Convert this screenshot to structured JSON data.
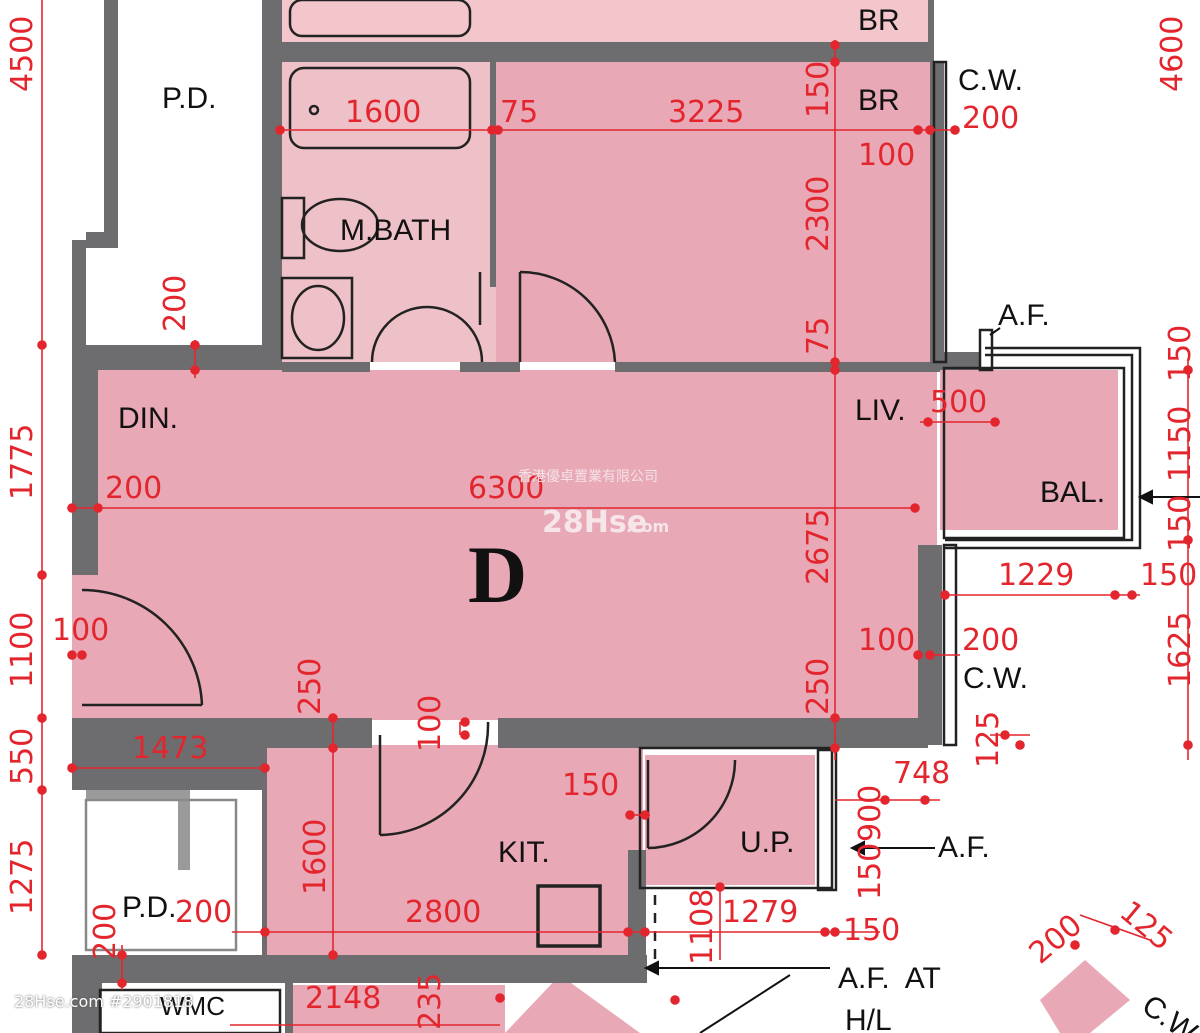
{
  "unit_label": "D",
  "rooms": {
    "br_top": "BR",
    "br": "BR",
    "pd_top": "P.D.",
    "mbath": "M.BATH",
    "din": "DIN.",
    "liv": "LIV.",
    "bal": "BAL.",
    "kit": "KIT.",
    "up": "U.P.",
    "pd_bottom": "P.D.",
    "wmc": "WMC"
  },
  "callouts": {
    "cw_top": "C.W.",
    "cw_mid": "C.W.",
    "cw_bottom": "C.W.",
    "af_top": "A.F.",
    "af_mid": "A.F.",
    "af_at": "A.F.  AT",
    "hl": "H/L"
  },
  "dims": {
    "d4500": "4500",
    "d4600": "4600",
    "d1600a": "1600",
    "d75a": "75",
    "d3225": "3225",
    "d150a": "150",
    "d200a": "200",
    "d100a": "100",
    "d2300": "2300",
    "d200b": "200",
    "d75b": "75",
    "d150b": "150",
    "d500": "500",
    "d1150": "1150",
    "d1775": "1775",
    "d200c": "200",
    "d6300": "6300",
    "d150c": "150",
    "d2675": "2675",
    "d1229": "1229",
    "d150d": "150",
    "d100b": "100",
    "d100c": "100",
    "d200d": "200",
    "d1625": "1625",
    "d1100": "1100",
    "d250a": "250",
    "d100d": "100",
    "d250b": "250",
    "d125a": "125",
    "d550": "550",
    "d1473": "1473",
    "d748": "748",
    "d150e": "150",
    "d900": "900",
    "d1600b": "1600",
    "d150f": "150",
    "d1275": "1275",
    "d200e": "200",
    "d200f": "200",
    "d2800": "2800",
    "d1108": "1108",
    "d1279": "1279",
    "d150g": "150",
    "d200g": "200",
    "d125b": "125",
    "d2148": "2148",
    "d235": "235"
  },
  "watermarks": {
    "company": "香港優卓置業有限公司",
    "brand": "28Hse",
    "brand_suffix": ".com",
    "footer": "28Hse.com #2901818"
  },
  "colors": {
    "room_fill": "#e8a8b6",
    "wall": "#6d6d6f",
    "dim_line": "#e3262e"
  }
}
